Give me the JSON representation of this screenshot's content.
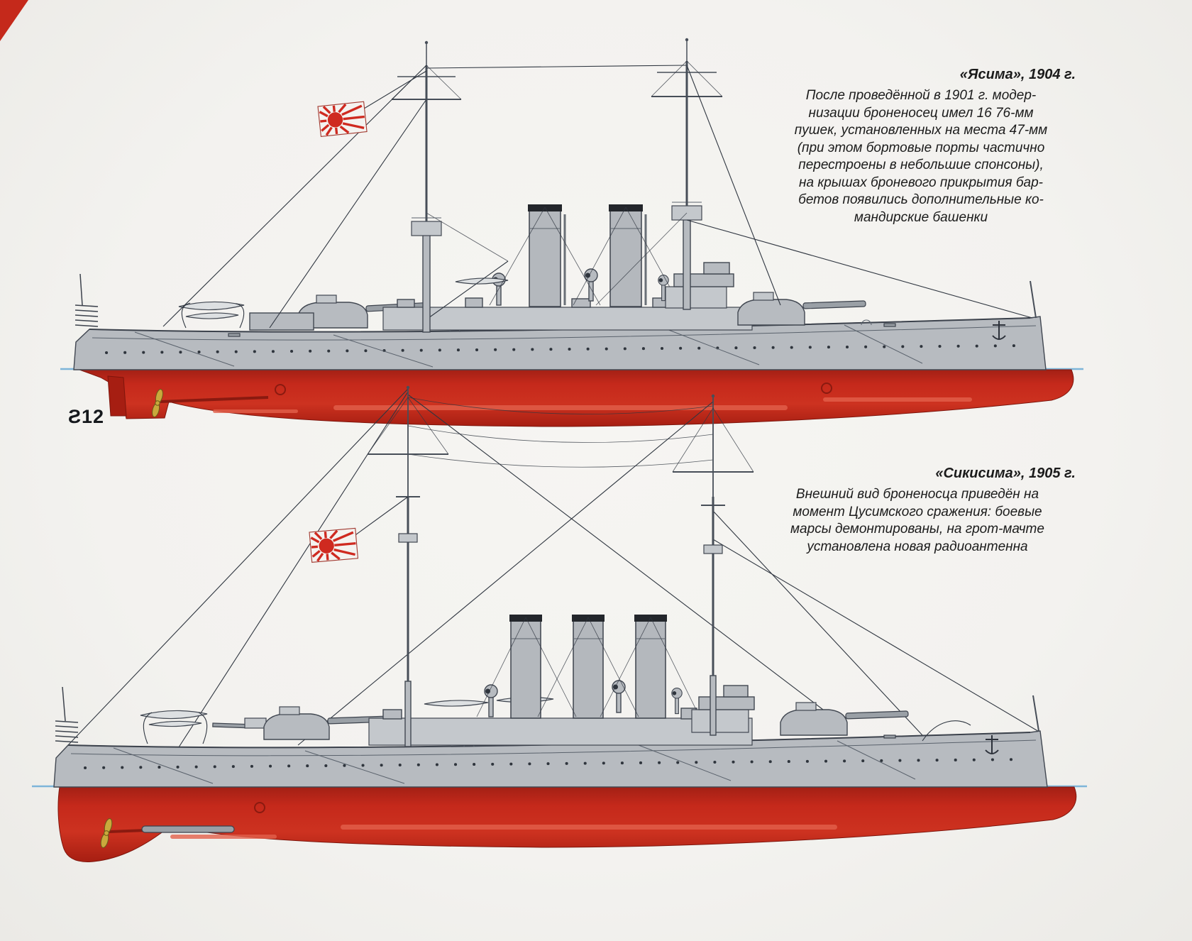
{
  "page": {
    "plate_number": "Ƨ12"
  },
  "palette": {
    "hull_grey": "#b7bbc0",
    "hull_red": "#c5291b",
    "waterline_blue": "#7db5d9",
    "flag_red": "#cf2a20",
    "propeller_gold": "#c9a93c",
    "page_bg": "#f3f2ef",
    "text": "#1b1b1b"
  },
  "ships": [
    {
      "name": "Ясима",
      "year": "1904",
      "title": "«Ясима», 1904 г.",
      "caption_lines": [
        "После проведённой в 1901 г. модер-",
        "низации броненосец имел 16 76-мм",
        "пушек, установленных на места 47-мм",
        "(при этом бортовые порты частично",
        "перестроены в небольшие спонсоны),",
        "на крышах броневого прикрытия бар-",
        "бетов появились дополнительные ко-",
        "мандирские башенки"
      ]
    },
    {
      "name": "Сикисима",
      "year": "1905",
      "title": "«Сикисима», 1905 г.",
      "caption_lines": [
        "Внешний вид броненосца приведён на",
        "момент Цусимского сражения: боевые",
        "марсы демонтированы, на грот-мачте",
        "установлена новая радиоантенна"
      ]
    }
  ]
}
